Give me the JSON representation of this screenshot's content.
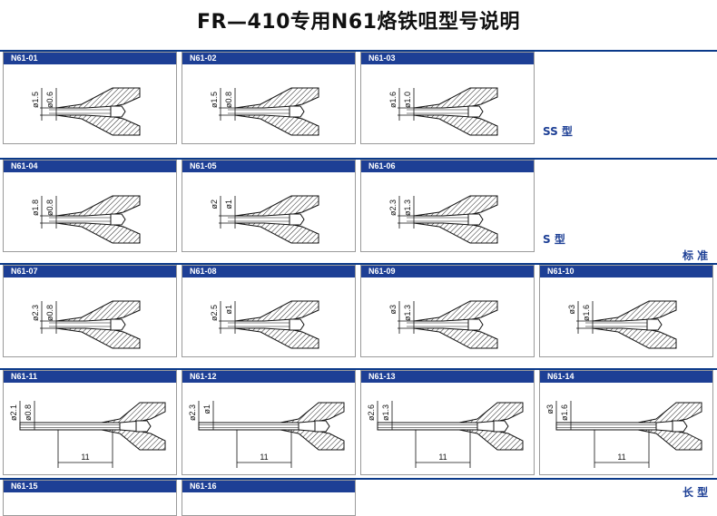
{
  "title": "FR—410专用N61烙铁咀型号说明",
  "type_labels": {
    "ss": "SS 型",
    "s": "S 型",
    "standard": "标 准",
    "long": "长 型"
  },
  "rows": [
    {
      "cards": [
        {
          "code": "N61-01",
          "dims": [
            "ø1.5",
            "ø0.6"
          ]
        },
        {
          "code": "N61-02",
          "dims": [
            "ø1.5",
            "ø0.8"
          ]
        },
        {
          "code": "N61-03",
          "dims": [
            "ø1.6",
            "ø1.0"
          ]
        }
      ]
    },
    {
      "cards": [
        {
          "code": "N61-04",
          "dims": [
            "ø1.8",
            "ø0.8"
          ]
        },
        {
          "code": "N61-05",
          "dims": [
            "ø2",
            "ø1"
          ]
        },
        {
          "code": "N61-06",
          "dims": [
            "ø2.3",
            "ø1.3"
          ]
        }
      ]
    },
    {
      "cards": [
        {
          "code": "N61-07",
          "dims": [
            "ø2.3",
            "ø0.8"
          ]
        },
        {
          "code": "N61-08",
          "dims": [
            "ø2.5",
            "ø1"
          ]
        },
        {
          "code": "N61-09",
          "dims": [
            "ø3",
            "ø1.3"
          ]
        },
        {
          "code": "N61-10",
          "dims": [
            "ø3",
            "ø1.6"
          ]
        }
      ]
    },
    {
      "cards": [
        {
          "code": "N61-11",
          "dims": [
            "ø2.1",
            "ø0.8"
          ],
          "length": "11"
        },
        {
          "code": "N61-12",
          "dims": [
            "ø2.3",
            "ø1"
          ],
          "length": "11"
        },
        {
          "code": "N61-13",
          "dims": [
            "ø2.6",
            "ø1.3"
          ],
          "length": "11"
        },
        {
          "code": "N61-14",
          "dims": [
            "ø3",
            "ø1.6"
          ],
          "length": "11"
        }
      ]
    },
    {
      "cards": [
        {
          "code": "N61-15",
          "dims": []
        },
        {
          "code": "N61-16",
          "dims": []
        }
      ]
    }
  ]
}
